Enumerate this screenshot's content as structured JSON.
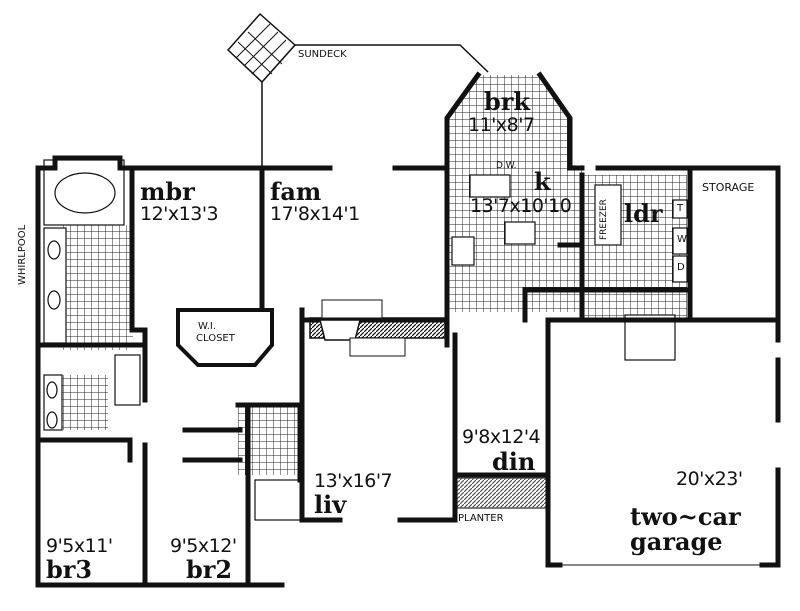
{
  "plan": {
    "rooms": [
      {
        "id": "brk",
        "name": "brk",
        "size": "11'x8'7"
      },
      {
        "id": "k",
        "name": "k",
        "size": "13'7x10'10"
      },
      {
        "id": "mbr",
        "name": "mbr",
        "size": "12'x13'3"
      },
      {
        "id": "fam",
        "name": "fam",
        "size": "17'8x14'1"
      },
      {
        "id": "ldr",
        "name": "ldr",
        "size": ""
      },
      {
        "id": "liv",
        "name": "liv",
        "size": "13'x16'7"
      },
      {
        "id": "din",
        "name": "din",
        "size": "9'8x12'4"
      },
      {
        "id": "br3",
        "name": "br3",
        "size": "9'5x11'"
      },
      {
        "id": "br2",
        "name": "br2",
        "size": "9'5x12'"
      },
      {
        "id": "garage",
        "name": "two-car garage",
        "line1": "two~car",
        "line2": "garage",
        "size": "20'x23'"
      }
    ],
    "annotations": {
      "sundeck": "SUNDECK",
      "whirlpool": "WHIRLPOOL",
      "wi_closet_1": "W.I.",
      "wi_closet_2": "CLOSET",
      "storage": "STORAGE",
      "freezer": "FREEZER",
      "dw": "D.W.",
      "planter": "PLANTER",
      "laundry_t": "T",
      "laundry_w": "W",
      "laundry_d": "D"
    },
    "colors": {
      "line": "#111111",
      "background": "#ffffff",
      "tile": "#222222"
    }
  }
}
